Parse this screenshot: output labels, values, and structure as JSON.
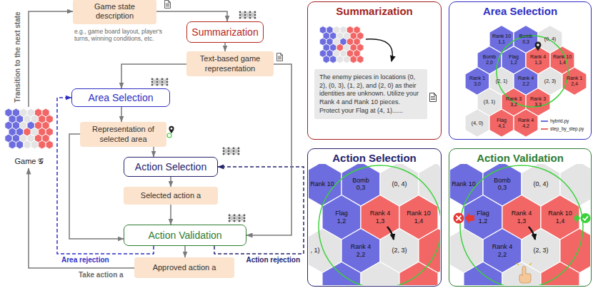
{
  "diagram": {
    "nodes": [
      {
        "text": [
          "Game state description",
          "e.g., game board layout, player's turns, winning conditions, etc."
        ]
      },
      {
        "text": [
          "Summarization"
        ]
      },
      {
        "text": [
          "Text-based game representation"
        ]
      },
      {
        "text": [
          "Area Selection"
        ]
      },
      {
        "text": [
          "Representation of selected area"
        ]
      },
      {
        "text": [
          "Action Selection"
        ]
      },
      {
        "text": [
          "Selected action a"
        ]
      },
      {
        "text": [
          "Action Validation"
        ]
      },
      {
        "text": [
          "Approved action a"
        ]
      },
      {
        "text": [
          "Game 𝒢"
        ]
      },
      {
        "text": [
          "Summarization"
        ]
      },
      {
        "text": [
          "The enemy pieces in locations (0, 2), (0, 3), (1, 2), and (2, 0) as their identities are unknown. Utilize your Rank 4 and Rank 10 pieces. Protect your Flag at (4, 1)......"
        ],
        "in": 10
      },
      {
        "text": [
          "Area Selection"
        ]
      },
      {
        "text": [
          "Action Selection"
        ]
      },
      {
        "text": [
          "Action Validation"
        ]
      }
    ],
    "edges": [
      {
        "from": 0,
        "to": 1,
        "arrow": "to"
      },
      {
        "from": 1,
        "to": 2,
        "arrow": "to"
      },
      {
        "from": 2,
        "to": 3,
        "arrow": "to"
      },
      {
        "from": 3,
        "to": 4,
        "arrow": "to"
      },
      {
        "from": 4,
        "to": 5,
        "arrow": "to"
      },
      {
        "from": 5,
        "to": 6,
        "arrow": "to"
      },
      {
        "from": 6,
        "to": 7,
        "arrow": "to"
      },
      {
        "from": 7,
        "to": 8,
        "arrow": "to"
      },
      {
        "from": 8,
        "to": 9,
        "label": "Take action a",
        "arrow": "to"
      },
      {
        "from": 9,
        "to": 0,
        "label": "Transition to the next state",
        "arrow": "to"
      },
      {
        "from": 7,
        "to": 3,
        "label": "Area rejection",
        "arrow": "to"
      },
      {
        "from": 7,
        "to": 5,
        "label": "Action rejection",
        "arrow": "to"
      },
      {
        "from": 2,
        "to": 7,
        "arrow": "to"
      },
      {
        "from": 4,
        "to": 7,
        "arrow": "to"
      }
    ],
    "labels": [
      "Rank 10 1,1",
      "Bomb 0,3",
      "(0, 4)",
      "Bomb 2,0",
      "Flag 1,2",
      "Rank 4 1,3",
      "Rank 10 1,4",
      "Rank 1 3,0",
      "(2, 1)",
      "Rank 4 2,2",
      "(2, 3)",
      "Rank 1 2,4",
      "(3, 1)",
      "Rank 3 3,2",
      "Rank 3 3,3",
      "(4, 0)",
      "Flag 4,1",
      "Rank 4 4,2",
      "Rank 10",
      "Bomb 0,3",
      "(0, 4)",
      "Flag 1,2",
      "Rank 4 1,3",
      "Rank 10 1,4",
      ", 1)",
      "Rank 4 2,2",
      "(2, 3)",
      "Rank 10",
      "Bomb 0,3",
      "(0, 4)",
      "Flag 1,2",
      "Rank 4 1,3",
      "Rank 10 1,4",
      "Rank 4 2,2",
      "(2, 3)"
    ],
    "legend": [
      {
        "text": "hybrid.py"
      },
      {
        "text": "step_by_step.py"
      }
    ]
  }
}
